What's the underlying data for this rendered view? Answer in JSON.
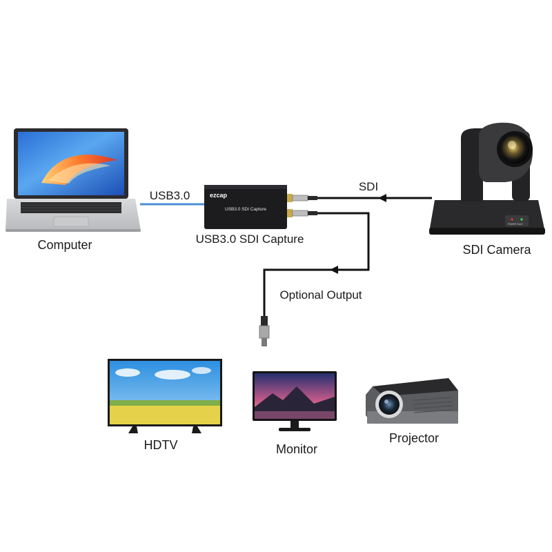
{
  "labels": {
    "computer": "Computer",
    "usb_link": "USB3.0",
    "capture_device": "USB3.0 SDI Capture",
    "sdi_link": "SDI",
    "camera": "SDI Camera",
    "optional_output": "Optional Output",
    "hdtv": "HDTV",
    "monitor": "Monitor",
    "projector": "Projector"
  },
  "device_markings": {
    "brand": "ezcap",
    "model": "USB3.0 SDI Capture",
    "camera_panel": "POWER  TALLY"
  },
  "colors": {
    "usb_cable": "#4a8fd6",
    "sdi_cable": "#111111",
    "device_body": "#1c1c1e",
    "camera_body": "#2a2a2c"
  }
}
